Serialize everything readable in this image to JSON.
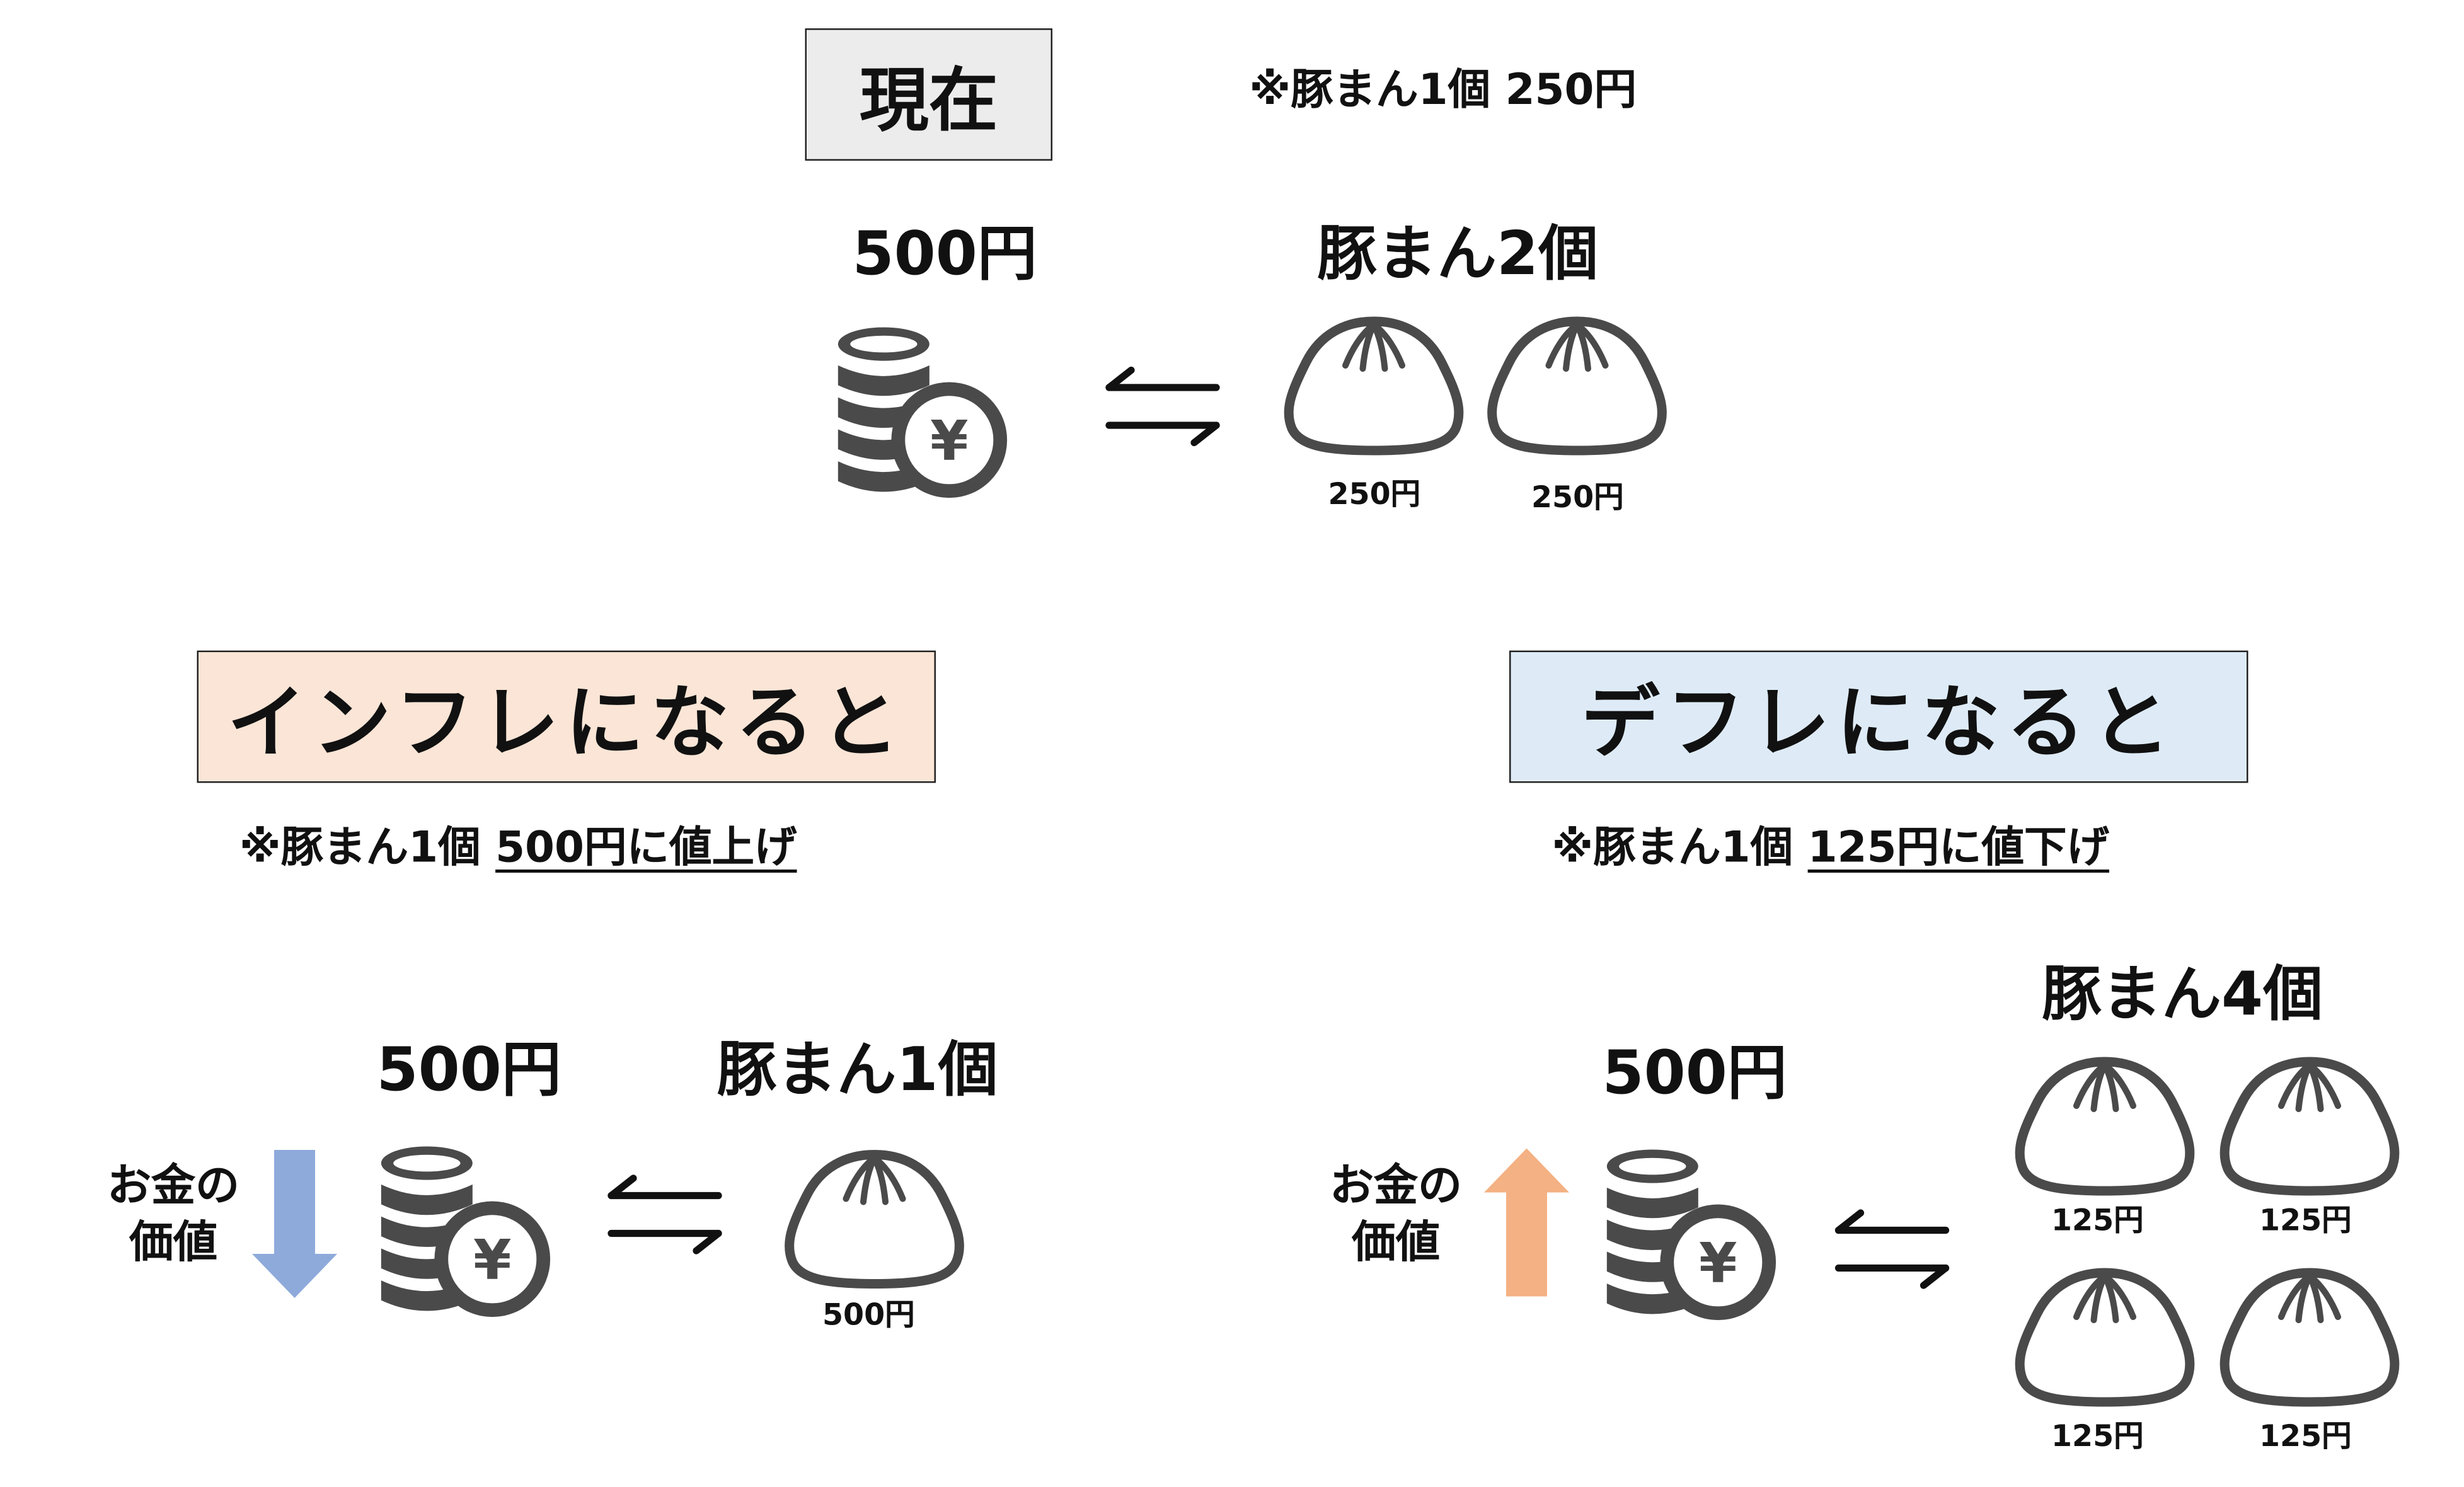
{
  "current": {
    "title": "現在",
    "note": "※豚まん1個 250円",
    "money_label": "500円",
    "goods_label": "豚まん2個",
    "item_prices": [
      "250円",
      "250円"
    ]
  },
  "inflation": {
    "title": "インフレになると",
    "note_prefix": "※豚まん1個 ",
    "note_change": "500円に値上げ",
    "value_label_line1": "お金の",
    "value_label_line2": "価値",
    "money_label": "500円",
    "goods_label": "豚まん1個",
    "item_prices": [
      "500円"
    ]
  },
  "deflation": {
    "title": "デフレになると",
    "note_prefix": "※豚まん1個 ",
    "note_change": "125円に値下げ",
    "value_label_line1": "お金の",
    "value_label_line2": "価値",
    "money_label": "500円",
    "goods_label": "豚まん4個",
    "item_prices": [
      "125円",
      "125円",
      "125円",
      "125円"
    ]
  },
  "colors": {
    "icon": "#4a4a4a",
    "current_box": "#ececec",
    "inflation_box": "#fbe5d6",
    "deflation_box": "#deebf7",
    "arrow_down": "#8eaadb",
    "arrow_up": "#f4b183"
  },
  "icons": {
    "money": "coin-stack-yen-icon",
    "goods": "steamed-bun-icon",
    "exchange": "exchange-arrows-icon",
    "value_down": "arrow-down-icon",
    "value_up": "arrow-up-icon"
  }
}
